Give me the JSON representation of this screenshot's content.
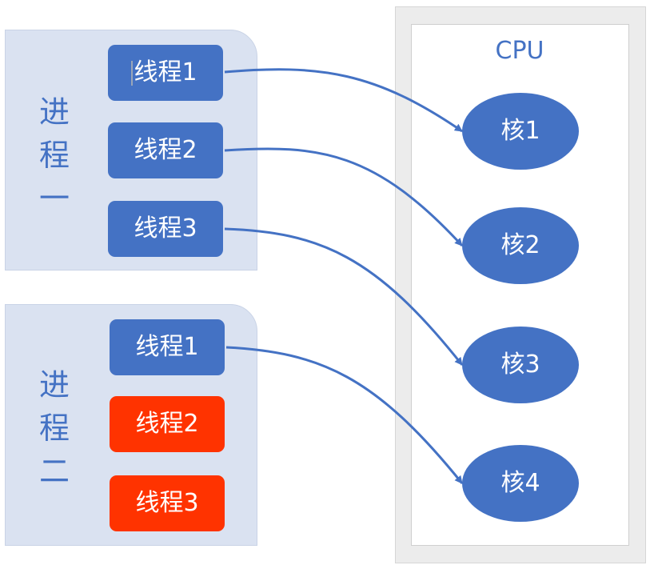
{
  "processes": [
    {
      "title": "进\n程\n一",
      "threads": [
        {
          "label": "线程1",
          "state": "active"
        },
        {
          "label": "线程2",
          "state": "active"
        },
        {
          "label": "线程3",
          "state": "active"
        }
      ]
    },
    {
      "title": "进\n程\n二",
      "threads": [
        {
          "label": "线程1",
          "state": "active"
        },
        {
          "label": "线程2",
          "state": "idle"
        },
        {
          "label": "线程3",
          "state": "idle"
        }
      ]
    }
  ],
  "cpu": {
    "label": "CPU",
    "cores": [
      "核1",
      "核2",
      "核3",
      "核4"
    ]
  },
  "mappings": [
    {
      "process": 1,
      "thread": 1,
      "core": 1
    },
    {
      "process": 1,
      "thread": 2,
      "core": 2
    },
    {
      "process": 1,
      "thread": 3,
      "core": 3
    },
    {
      "process": 2,
      "thread": 1,
      "core": 4
    }
  ],
  "colors": {
    "panel": "#dae2f1",
    "thread_active": "#4472c4",
    "thread_idle": "#ff3300",
    "core": "#4472c4",
    "cpu_frame": "#ececec",
    "arrow": "#4472c4",
    "label_text": "#4472c4"
  }
}
